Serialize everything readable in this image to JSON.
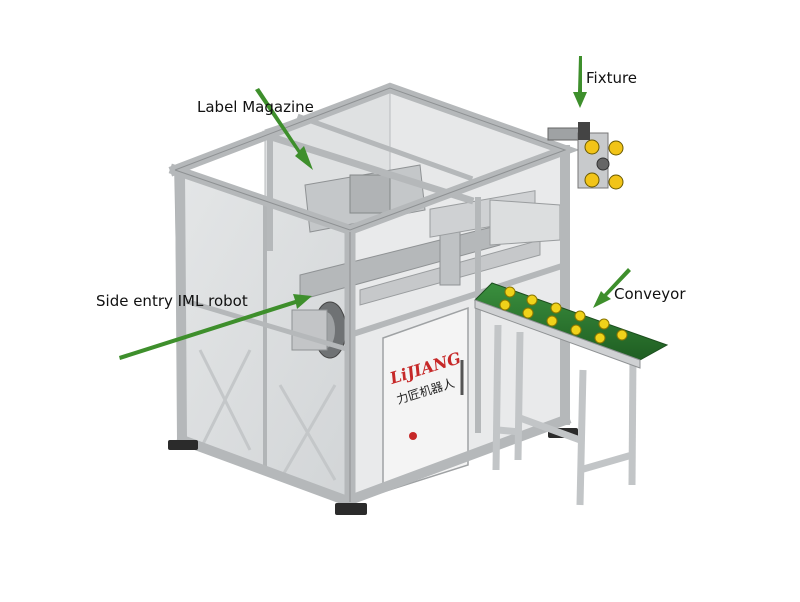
{
  "callouts": {
    "fixture": "Fixture",
    "label_magazine": "Label Magazine",
    "side_entry_robot": "Side entry IML robot",
    "conveyor": "Conveyor"
  },
  "door_logo": {
    "brand": "LiJIANG",
    "chinese": "力匠机器人"
  },
  "colors": {
    "arrow": "#3e8f2c",
    "frame": "#c9ccce",
    "belt": "#2e7d32",
    "cup": "#f0d21a"
  }
}
